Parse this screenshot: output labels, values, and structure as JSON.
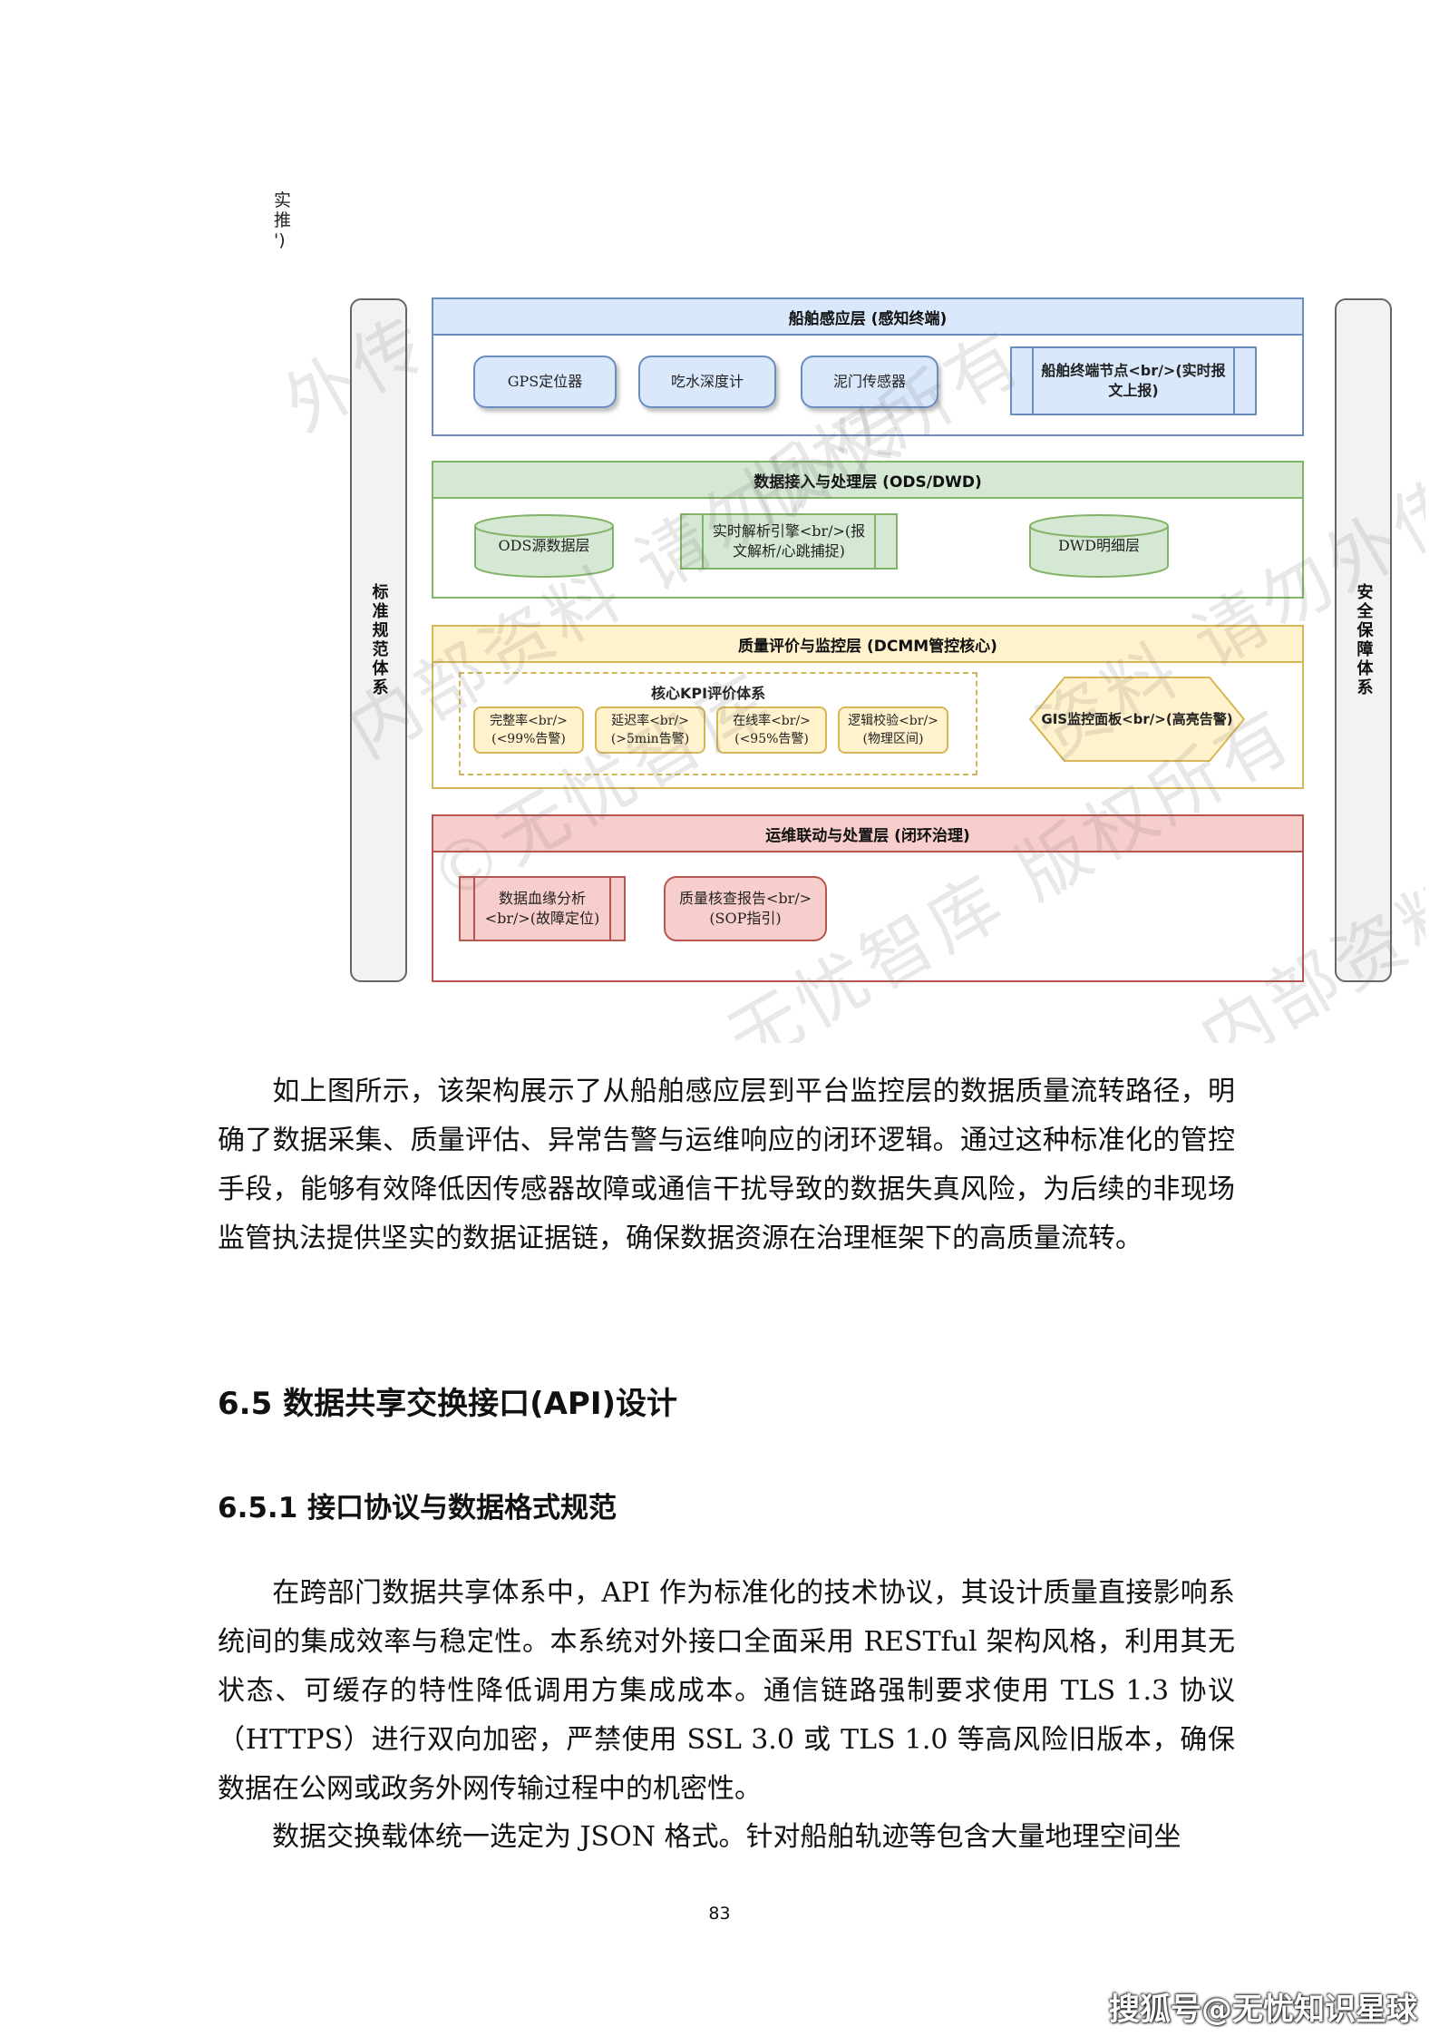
{
  "diagram": {
    "clip_fragment": [
      "实",
      "推",
      "')"
    ],
    "left_pillar": "标准规范体系",
    "right_pillar": "安全保障体系",
    "layers": [
      {
        "title": "船舶感应层 (感知终端)",
        "nodes": [
          "GPS定位器",
          "吃水深度计",
          "泥门传感器",
          "船舶终端节点<br/>(实时报文上报)"
        ]
      },
      {
        "title": "数据接入与处理层 (ODS/DWD)",
        "nodes": [
          "ODS源数据层",
          "实时解析引擎<br/>(报文解析/心跳捕捉)",
          "DWD明细层"
        ]
      },
      {
        "title": "质量评价与监控层 (DCMM管控核心)",
        "kpi_group_title": "核心KPI评价体系",
        "kpis": [
          {
            "line1": "完整率<br/>",
            "line2": "(<99%告警)"
          },
          {
            "line1": "延迟率<br/>",
            "line2": "(>5min告警)"
          },
          {
            "line1": "在线率<br/>",
            "line2": "(<95%告警)"
          },
          {
            "line1": "逻辑校验<br/>",
            "line2": "(物理区间)"
          }
        ],
        "gis_panel": "GIS监控面板<br/>(高亮告警)"
      },
      {
        "title": "运维联动与处置层 (闭环治理)",
        "nodes": [
          {
            "line1": "数据血缘分析",
            "line2": "<br/>(故障定位)"
          },
          {
            "line1": "质量核查报告<br/>",
            "line2": "(SOP指引)"
          }
        ]
      }
    ],
    "colors": {
      "blue_fill": "#dae8fc",
      "blue_stroke": "#6c8ebf",
      "green_fill": "#d5e8d4",
      "green_stroke": "#82b366",
      "yellow_fill": "#fff2cc",
      "yellow_stroke": "#d6b656",
      "red_fill": "#f8cecc",
      "red_stroke": "#b85450",
      "pillar_fill": "#f2f2f2"
    }
  },
  "watermark_text": [
    "外传",
    "内部资料 请勿外传",
    "版权所有",
    "©无忧智库",
    "无忧智库 版权所有",
    "资料 请勿外传",
    "内部资料"
  ],
  "paragraph_1": "如上图所示，该架构展示了从船舶感应层到平台监控层的数据质量流转路径，明确了数据采集、质量评估、异常告警与运维响应的闭环逻辑。通过这种标准化的管控手段，能够有效降低因传感器故障或通信干扰导致的数据失真风险，为后续的非现场监管执法提供坚实的数据证据链，确保数据资源在治理框架下的高质量流转。",
  "heading_1": "6.5 数据共享交换接口(API)设计",
  "heading_2": "6.5.1 接口协议与数据格式规范",
  "paragraph_2": "在跨部门数据共享体系中，API 作为标准化的技术协议，其设计质量直接影响系统间的集成效率与稳定性。本系统对外接口全面采用 RESTful 架构风格，利用其无状态、可缓存的特性降低调用方集成成本。通信链路强制要求使用 TLS 1.3 协议（HTTPS）进行双向加密，严禁使用 SSL 3.0 或 TLS 1.0 等高风险旧版本，确保数据在公网或政务外网传输过程中的机密性。",
  "paragraph_3": "数据交换载体统一选定为 JSON 格式。针对船舶轨迹等包含大量地理空间坐",
  "page_number": "83",
  "footer_brand": "搜狐号@无忧知识星球"
}
